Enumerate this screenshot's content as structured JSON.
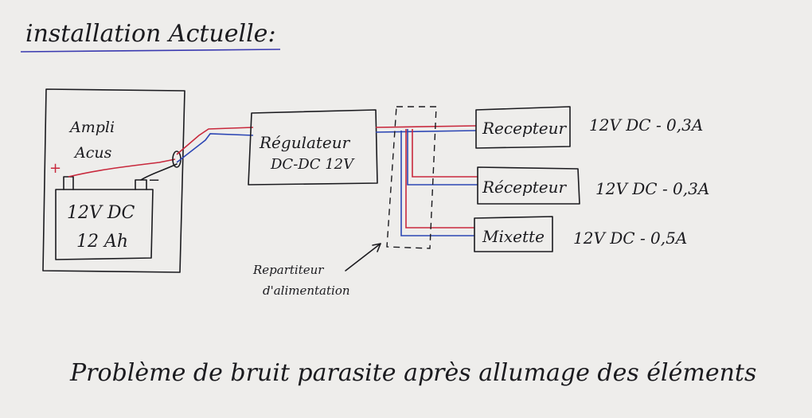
{
  "title": "installation Actuelle:",
  "ampli": {
    "line1": "Ampli",
    "line2": "Acus",
    "plus": "+",
    "minus": "−"
  },
  "battery": {
    "line1": "12V DC",
    "line2": "12 Ah"
  },
  "regulateur": {
    "line1": "Régulateur",
    "line2": "DC-DC 12V"
  },
  "repartiteur": {
    "line1": "Repartiteur",
    "line2": "d'alimentation"
  },
  "devices": [
    {
      "name": "Recepteur",
      "spec": "12V DC - 0,3A"
    },
    {
      "name": "Récepteur",
      "spec": "12V DC - 0,3A"
    },
    {
      "name": "Mixette",
      "spec": "12V DC - 0,5A"
    }
  ],
  "footer": "Problème de bruit parasite après allumage des éléments",
  "colors": {
    "positive_wire": "#c8283c",
    "negative_wire": "#2c46b4",
    "ink": "#1b1b1f",
    "underline": "#3a3ab0"
  }
}
